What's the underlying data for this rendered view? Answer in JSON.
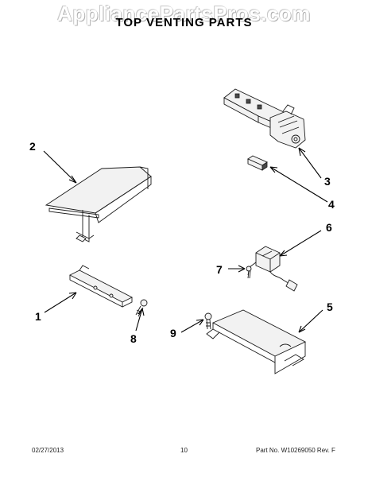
{
  "watermark": "AppliancePartsPros.com",
  "title": "TOP VENTING PARTS",
  "callouts": {
    "c1": "1",
    "c2": "2",
    "c3": "3",
    "c4": "4",
    "c5": "5",
    "c6": "6",
    "c7": "7",
    "c8": "8",
    "c9": "9"
  },
  "footer": {
    "date": "02/27/2013",
    "page_number": "10",
    "part_number": "Part No. W10269050  Rev. F"
  }
}
